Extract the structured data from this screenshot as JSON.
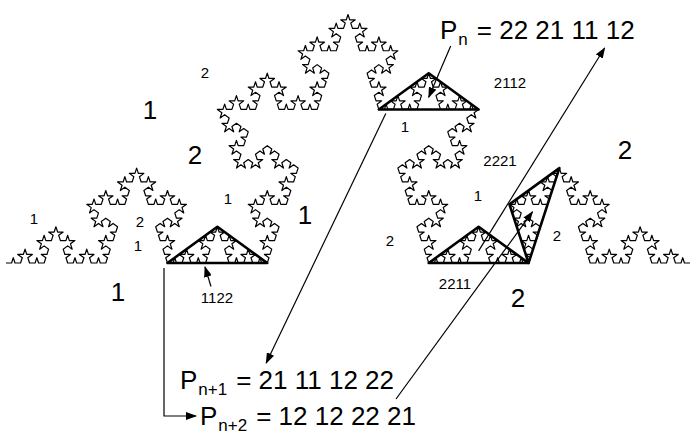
{
  "diagram": {
    "labels": [
      "P",
      "n",
      "= 22 21 11 12",
      "2",
      "1",
      "2",
      "1",
      "2112",
      "1",
      "2",
      "2221",
      "1",
      "1",
      "2",
      "1",
      "2",
      "1",
      "2",
      "1",
      "1122",
      "2211",
      "2",
      "P",
      "n+1",
      "= 21 11 12 22",
      "P",
      "n+2",
      "= 12 12 22 21"
    ]
  }
}
